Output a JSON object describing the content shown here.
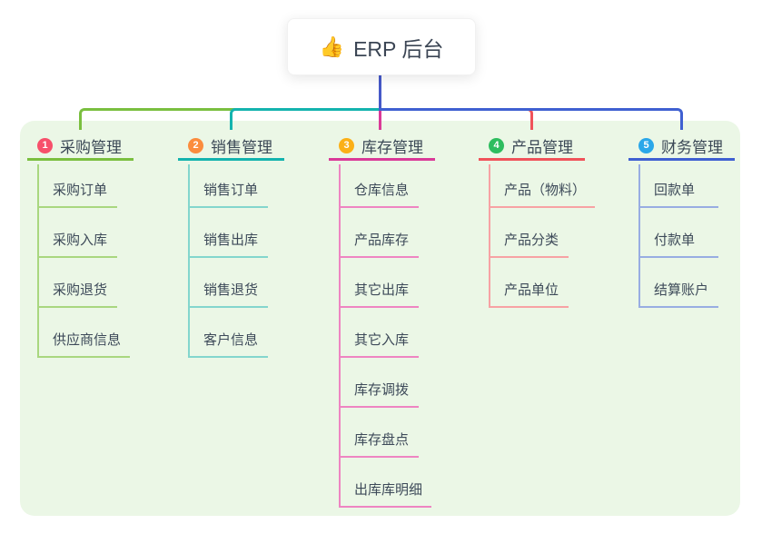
{
  "root": {
    "icon": "👍",
    "label": "ERP 后台"
  },
  "theme": {
    "panel_bg": "#ebf7e6",
    "stem_color": "#4659c8",
    "page_bg": "#ffffff",
    "title_text_color": "#3b4856",
    "child_text_color": "#3d4a59"
  },
  "branches": [
    {
      "num": "1",
      "name": "采购管理",
      "badge_color": "#f7506b",
      "line_color": "#7abf3f",
      "child_line_color": "#a9d77f",
      "children": [
        "采购订单",
        "采购入库",
        "采购退货",
        "供应商信息"
      ]
    },
    {
      "num": "2",
      "name": "销售管理",
      "badge_color": "#fb8c3d",
      "line_color": "#14b3ae",
      "child_line_color": "#83d6cd",
      "children": [
        "销售订单",
        "销售出库",
        "销售退货",
        "客户信息"
      ]
    },
    {
      "num": "3",
      "name": "库存管理",
      "badge_color": "#fbb017",
      "line_color": "#da3a98",
      "child_line_color": "#ee85c2",
      "children": [
        "仓库信息",
        "产品库存",
        "其它出库",
        "其它入库",
        "库存调拨",
        "库存盘点",
        "出库库明细"
      ]
    },
    {
      "num": "4",
      "name": "产品管理",
      "badge_color": "#2ebd5f",
      "line_color": "#f0525a",
      "child_line_color": "#f7a2a4",
      "children": [
        "产品（物料）",
        "产品分类",
        "产品单位"
      ]
    },
    {
      "num": "5",
      "name": "财务管理",
      "badge_color": "#2aa7e9",
      "line_color": "#3f60d1",
      "child_line_color": "#98ade2",
      "children": [
        "回款单",
        "付款单",
        "结算账户"
      ]
    }
  ]
}
